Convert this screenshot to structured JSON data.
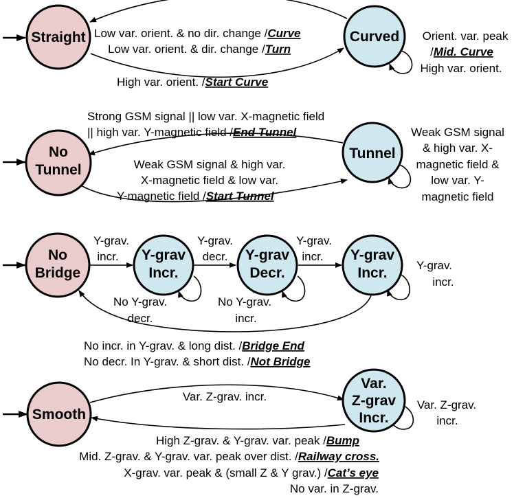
{
  "colors": {
    "initial_state_fill": "#e9cccb",
    "other_state_fill": "#cfe7ef",
    "stroke": "#000000"
  },
  "states": {
    "straight": [
      "Straight"
    ],
    "curved": [
      "Curved"
    ],
    "no_tunnel": [
      "No",
      "Tunnel"
    ],
    "tunnel": [
      "Tunnel"
    ],
    "no_bridge": [
      "No",
      "Bridge"
    ],
    "ygrav_incr_1": [
      "Y-grav",
      "Incr."
    ],
    "ygrav_decr": [
      "Y-grav",
      "Decr."
    ],
    "ygrav_incr_2": [
      "Y-grav",
      "Incr."
    ],
    "smooth": [
      "Smooth"
    ],
    "zgrav_incr": [
      "Var.",
      "Z-grav",
      "Incr."
    ]
  },
  "transitions": {
    "straight_curved": {
      "back_low_var_no_dir_change": {
        "condition": "Low var. orient. & no dir. change /",
        "action": "Curve"
      },
      "fwd_low_var_dir_change": {
        "condition": "Low var. orient. & dir. change /",
        "action": "Turn"
      },
      "fwd_high_var": {
        "condition": "High var. orient. /",
        "action": "Start Curve"
      }
    },
    "curved_self": {
      "line1": "Orient. var. peak",
      "line2_prefix": "/",
      "line2_action": "Mid. Curve",
      "line3": "High var. orient."
    },
    "tunnel_back": {
      "line1": "Strong GSM signal || low var. X-magnetic field",
      "line2_condition": "|| high var. Y-magnetic field /",
      "line2_action": "End Tunnel"
    },
    "tunnel_fwd": {
      "line1": "Weak GSM signal & high var.",
      "line2": "X-magnetic field & low var.",
      "line3_condition": "Y-magnetic field /",
      "line3_action": "Start Tunnel"
    },
    "tunnel_self": {
      "lines": [
        "Weak GSM signal",
        "& high var. X-",
        "magnetic field &",
        "low var. Y-",
        "magnetic field"
      ]
    },
    "bridge": {
      "nobridge_to_incr1": [
        "Y-grav.",
        "incr."
      ],
      "incr1_to_decr": [
        "Y-grav.",
        "decr."
      ],
      "decr_to_incr2": [
        "Y-grav.",
        "incr."
      ],
      "incr2_self": [
        "Y-grav.",
        "incr."
      ],
      "incr1_self": [
        "No Y-grav.",
        "decr."
      ],
      "decr_self": [
        "No Y-grav.",
        "incr."
      ],
      "back_bridge_end": {
        "condition": "No incr. in Y-grav. & long dist. /",
        "action": "Bridge End"
      },
      "back_not_bridge": {
        "condition": "No decr. In Y-grav. & short dist. /",
        "action": "Not Bridge"
      }
    },
    "smooth_zgrav": {
      "fwd": "Var. Z-grav. incr.",
      "self": [
        "Var. Z-grav.",
        "incr."
      ],
      "back_bump": {
        "condition": "High Z-grav. & Y-grav. var. peak /",
        "action": "Bump"
      },
      "back_railway": {
        "condition": "Mid. Z-grav. & Y-grav. var. peak over dist. /",
        "action": "Railway cross."
      },
      "back_cats_eye": {
        "condition": "X-grav. var. peak & (small Z & Y grav.)  /",
        "action": "Cat’s eye"
      },
      "back_no_var": "No var. in Z-grav."
    }
  }
}
